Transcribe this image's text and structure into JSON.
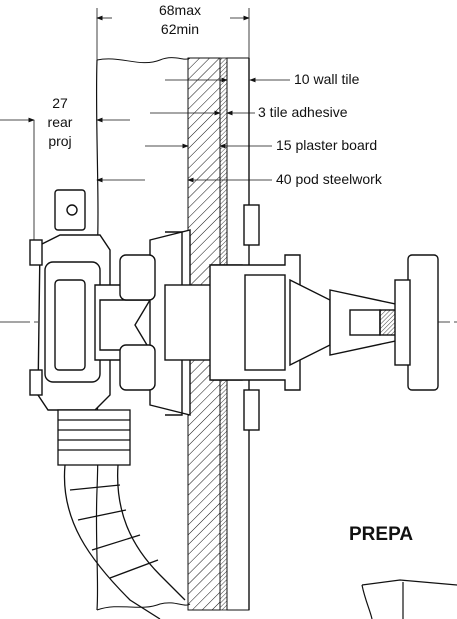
{
  "dimensions": {
    "overall_max": "68max",
    "overall_min": "62min",
    "rear_value": "27",
    "rear_line1": "rear",
    "rear_line2": "proj"
  },
  "callouts": [
    {
      "text": "10 wall tile"
    },
    {
      "text": "3 tile adhesive"
    },
    {
      "text": "15 plaster board"
    },
    {
      "text": "40 pod steelwork"
    }
  ],
  "section_heading": "PREPA",
  "colors": {
    "line": "#111111",
    "background": "#ffffff"
  }
}
